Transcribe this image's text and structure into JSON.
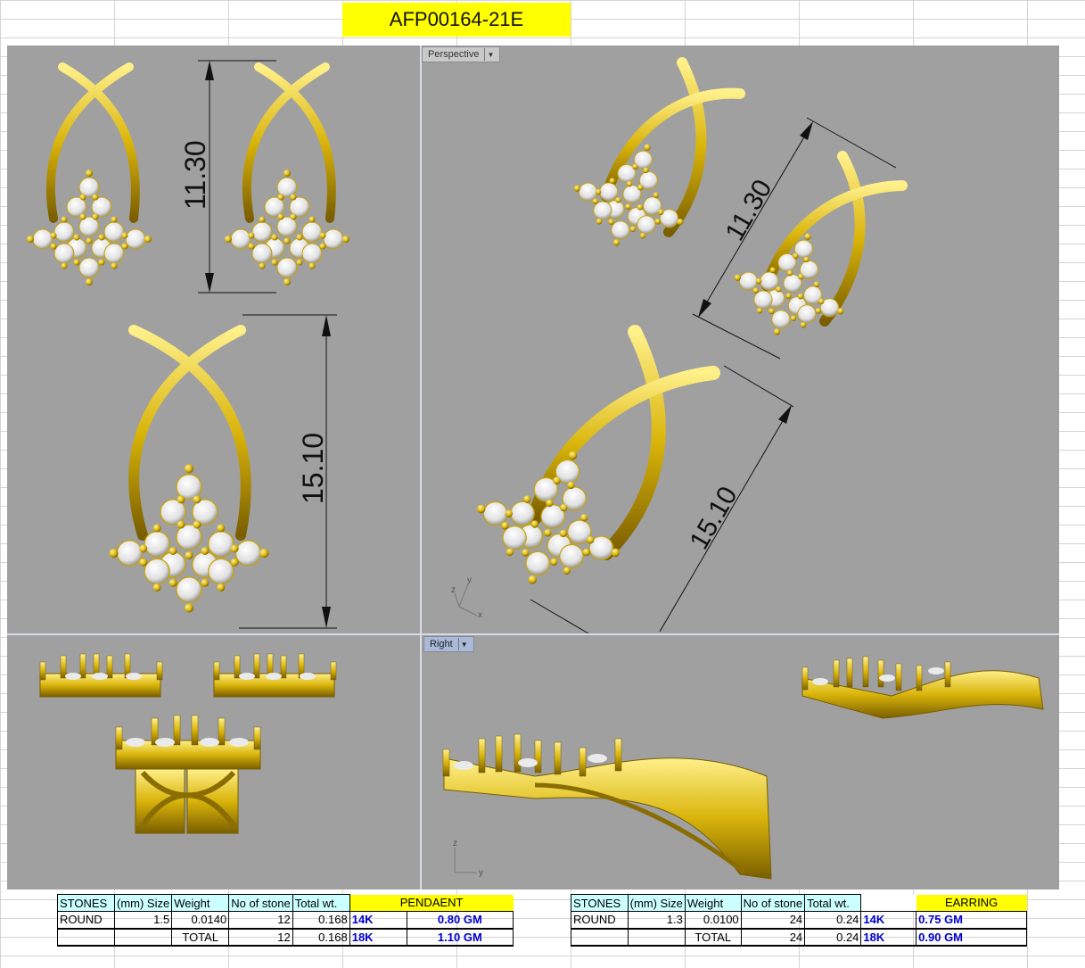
{
  "title": "AFP00164-21E",
  "viewports": {
    "perspective_label": "Perspective",
    "right_label": "Right"
  },
  "dimensions": {
    "earring_height": "11.30",
    "pendant_height": "15.10",
    "persp_earring_height": "11.30",
    "persp_pendant_height": "15.10"
  },
  "axes": {
    "x": "x",
    "y": "y",
    "z": "z"
  },
  "colors": {
    "gold": "#d9b40a",
    "gold_dark": "#8a6d00",
    "stone": "#eeeeee",
    "viewport": "#a0a0a0",
    "header_cell": "#ccffff",
    "highlight": "#ffff00",
    "blue_text": "#0000cc"
  },
  "pendant_table": {
    "headers": [
      "STONES",
      "(mm) Size",
      "Weight",
      "No of stone",
      "Total wt."
    ],
    "label": "PENDAENT",
    "row1": {
      "stone": "ROUND",
      "size": "1.5",
      "weight": "0.0140",
      "count": "12",
      "total": "0.168",
      "karat": "14K",
      "gold": "0.80 GM"
    },
    "row2": {
      "label": "TOTAL",
      "count": "12",
      "total": "0.168",
      "karat": "18K",
      "gold": "1.10 GM"
    }
  },
  "earring_table": {
    "headers": [
      "STONES",
      "(mm) Size",
      "Weight",
      "No of stone",
      "Total wt."
    ],
    "label": "EARRING",
    "row1": {
      "stone": "ROUND",
      "size": "1.3",
      "weight": "0.0100",
      "count": "24",
      "total": "0.24",
      "karat": "14K",
      "gold": "0.75 GM"
    },
    "row2": {
      "label": "TOTAL",
      "count": "24",
      "total": "0.24",
      "karat": "18K",
      "gold": "0.90 GM"
    }
  }
}
